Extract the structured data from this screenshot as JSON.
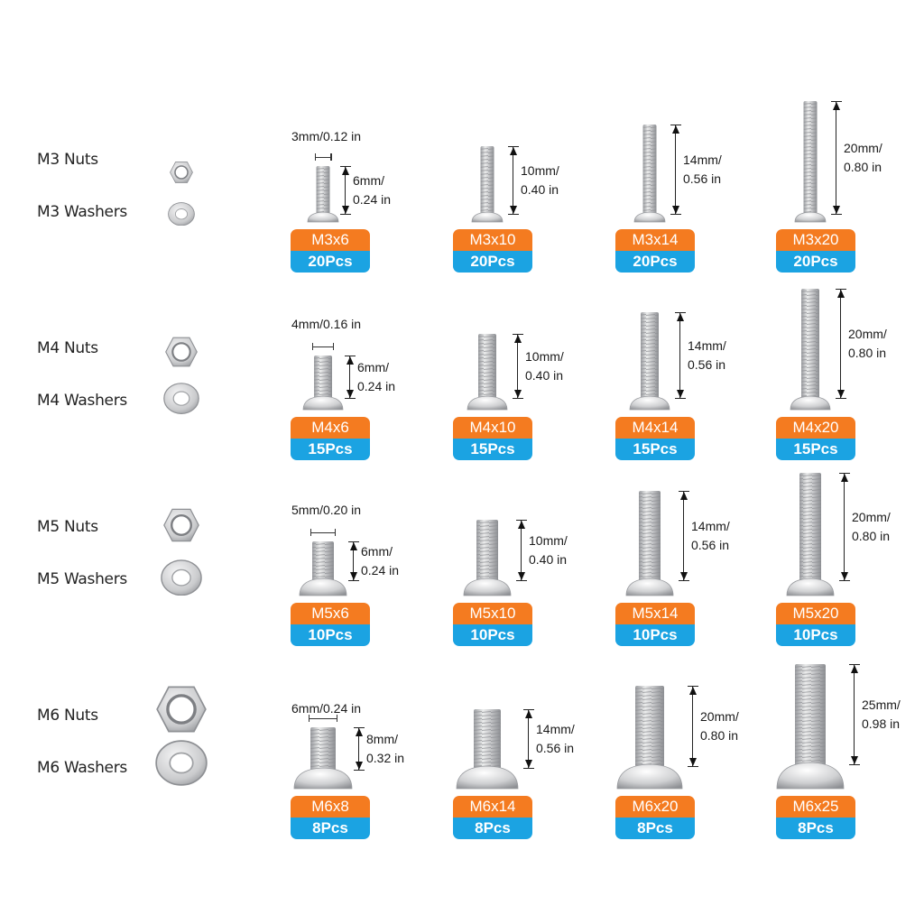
{
  "colors": {
    "size_badge": "#F47B20",
    "count_badge": "#1BA3E2",
    "metal_light": "#e9eaec",
    "metal_dark": "#a7a9ad"
  },
  "hardware": [
    {
      "nuts_label": "M3 Nuts",
      "washers_label": "M3 Washers",
      "nut_icon": "hex-nut-icon",
      "washer_icon": "washer-icon"
    },
    {
      "nuts_label": "M4 Nuts",
      "washers_label": "M4 Washers",
      "nut_icon": "hex-nut-icon",
      "washer_icon": "washer-icon"
    },
    {
      "nuts_label": "M5 Nuts",
      "washers_label": "M5 Washers",
      "nut_icon": "hex-nut-icon",
      "washer_icon": "washer-icon"
    },
    {
      "nuts_label": "M6 Nuts",
      "washers_label": "M6 Washers",
      "nut_icon": "hex-nut-icon",
      "washer_icon": "washer-icon"
    }
  ],
  "rows": [
    {
      "diameter_label": "3mm/0.12 in",
      "screws": [
        {
          "size": "M3x6",
          "count": "20Pcs",
          "len_mm": "6mm/",
          "len_in": "0.24 in"
        },
        {
          "size": "M3x10",
          "count": "20Pcs",
          "len_mm": "10mm/",
          "len_in": "0.40 in"
        },
        {
          "size": "M3x14",
          "count": "20Pcs",
          "len_mm": "14mm/",
          "len_in": "0.56 in"
        },
        {
          "size": "M3x20",
          "count": "20Pcs",
          "len_mm": "20mm/",
          "len_in": "0.80 in"
        }
      ]
    },
    {
      "diameter_label": "4mm/0.16 in",
      "screws": [
        {
          "size": "M4x6",
          "count": "15Pcs",
          "len_mm": "6mm/",
          "len_in": "0.24 in"
        },
        {
          "size": "M4x10",
          "count": "15Pcs",
          "len_mm": "10mm/",
          "len_in": "0.40 in"
        },
        {
          "size": "M4x14",
          "count": "15Pcs",
          "len_mm": "14mm/",
          "len_in": "0.56 in"
        },
        {
          "size": "M4x20",
          "count": "15Pcs",
          "len_mm": "20mm/",
          "len_in": "0.80 in"
        }
      ]
    },
    {
      "diameter_label": "5mm/0.20 in",
      "screws": [
        {
          "size": "M5x6",
          "count": "10Pcs",
          "len_mm": "6mm/",
          "len_in": "0.24 in"
        },
        {
          "size": "M5x10",
          "count": "10Pcs",
          "len_mm": "10mm/",
          "len_in": "0.40 in"
        },
        {
          "size": "M5x14",
          "count": "10Pcs",
          "len_mm": "14mm/",
          "len_in": "0.56 in"
        },
        {
          "size": "M5x20",
          "count": "10Pcs",
          "len_mm": "20mm/",
          "len_in": "0.80 in"
        }
      ]
    },
    {
      "diameter_label": "6mm/0.24 in",
      "screws": [
        {
          "size": "M6x8",
          "count": "8Pcs",
          "len_mm": "8mm/",
          "len_in": "0.32 in"
        },
        {
          "size": "M6x14",
          "count": "8Pcs",
          "len_mm": "14mm/",
          "len_in": "0.56 in"
        },
        {
          "size": "M6x20",
          "count": "8Pcs",
          "len_mm": "20mm/",
          "len_in": "0.80 in"
        },
        {
          "size": "M6x25",
          "count": "8Pcs",
          "len_mm": "25mm/",
          "len_in": "0.98 in"
        }
      ]
    }
  ]
}
